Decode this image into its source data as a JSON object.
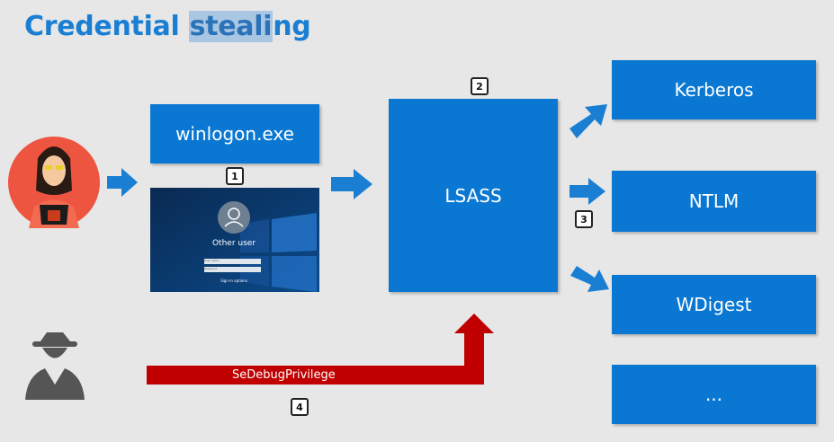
{
  "title": {
    "pre": "Credential ",
    "highlight": "steali",
    "post": "ng"
  },
  "boxes": {
    "winlogon": "winlogon.exe",
    "lsass": "LSASS",
    "kerberos": "Kerberos",
    "ntlm": "NTLM",
    "wdigest": "WDigest",
    "more": "..."
  },
  "badges": {
    "b1": "1",
    "b2": "2",
    "b3": "3",
    "b4": "4"
  },
  "login_screen": {
    "user_label": "Other user",
    "username_placeholder": "User name",
    "password_placeholder": "Password",
    "sign_in_options": "Sign-in options"
  },
  "privilege_label": "SeDebugPrivilege",
  "colors": {
    "box_blue": "#0a78d2",
    "arrow_blue": "#1a7fd3",
    "privilege_red": "#c00000",
    "title_blue": "#1a7fd3"
  }
}
